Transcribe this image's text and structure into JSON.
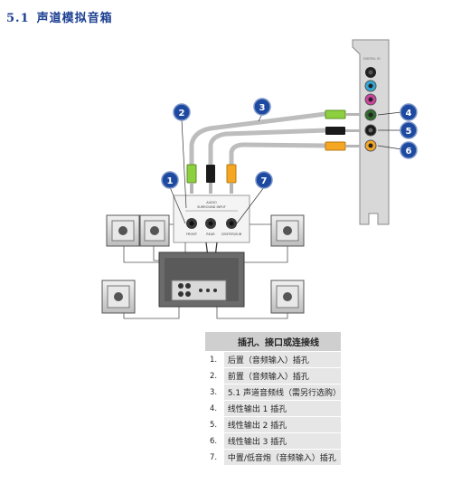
{
  "header": {
    "section_number": "5.1",
    "section_title": "声道模拟音箱"
  },
  "card": {
    "label": "DIGITAL IO"
  },
  "panel": {
    "heading_line1": "AUDIO",
    "heading_line2": "SURROUND INPUT",
    "jack_labels": [
      "FRONT",
      "REAR",
      "CENTER/SUB"
    ]
  },
  "callouts": [
    "1",
    "2",
    "3",
    "4",
    "5",
    "6",
    "7"
  ],
  "colors": {
    "badge": "#1d4aa0",
    "green": "#8ccf3f",
    "black": "#1a1a1a",
    "orange": "#f5a623",
    "blue": "#31a7d6",
    "pink": "#d0429f",
    "dark_green": "#2f6b2a"
  },
  "table": {
    "header": "插孔、接口或连接线",
    "rows": [
      {
        "n": "1.",
        "text": "后置（音频输入）插孔"
      },
      {
        "n": "2.",
        "text": "前置（音频输入）插孔"
      },
      {
        "n": "3.",
        "text": "5.1 声道音频线（需另行选购）"
      },
      {
        "n": "4.",
        "text": "线性输出 1 插孔"
      },
      {
        "n": "5.",
        "text": "线性输出 2 插孔"
      },
      {
        "n": "6.",
        "text": "线性输出 3 插孔"
      },
      {
        "n": "7.",
        "text": "中置/低音炮（音频输入）插孔"
      }
    ]
  }
}
